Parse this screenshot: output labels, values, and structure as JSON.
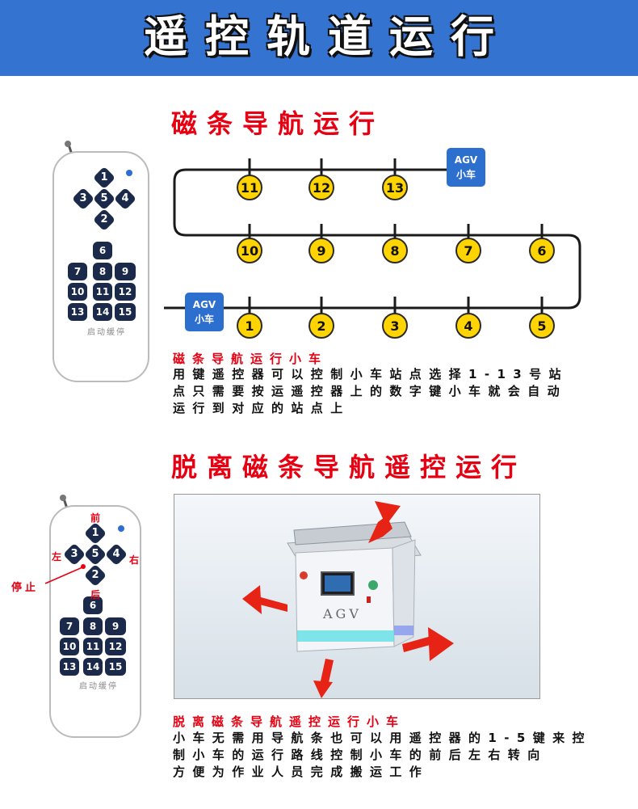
{
  "banner": {
    "title": "遥控轨道运行"
  },
  "section1": {
    "title": "磁条导航运行",
    "stations_top": [
      "11",
      "12",
      "13"
    ],
    "stations_mid": [
      "10",
      "9",
      "8",
      "7",
      "6"
    ],
    "stations_bottom": [
      "1",
      "2",
      "3",
      "4",
      "5"
    ],
    "agv_top": {
      "line1": "AGV",
      "line2": "小车"
    },
    "agv_bottom": {
      "line1": "AGV",
      "line2": "小车"
    },
    "desc_title": "磁条导航运行小车",
    "desc_lines": [
      "用键遥控器可以控制小车站点选择1-13号站",
      "点只需要按运遥控器上的数字键小车就会自动",
      "运行到对应的站点上"
    ]
  },
  "section2": {
    "title": "脱离磁条导航遥控运行",
    "labels": {
      "front": "前",
      "back": "后",
      "left": "左",
      "right": "右",
      "stop": "停止"
    },
    "agv_text": "AGV",
    "desc_title": "脱离磁条导航遥控运行小车",
    "desc_lines": [
      "小车无需用导航条也可以用遥控器的1-5键来控",
      "制小车的运行路线控制小车的前后左右转向",
      "方便为作业人员完成搬运工作"
    ]
  },
  "remote": {
    "dpad": [
      "1",
      "3",
      "5",
      "4",
      "2"
    ],
    "single": "6",
    "grid": [
      "7",
      "8",
      "9",
      "10",
      "11",
      "12",
      "13",
      "14",
      "15"
    ],
    "brand": "启动缓停"
  },
  "colors": {
    "banner": "#3473d0",
    "title_red": "#e60012",
    "station_yellow": "#ffd400",
    "key_navy": "#1b2a4a",
    "agv_blue": "#2c6fcf"
  }
}
